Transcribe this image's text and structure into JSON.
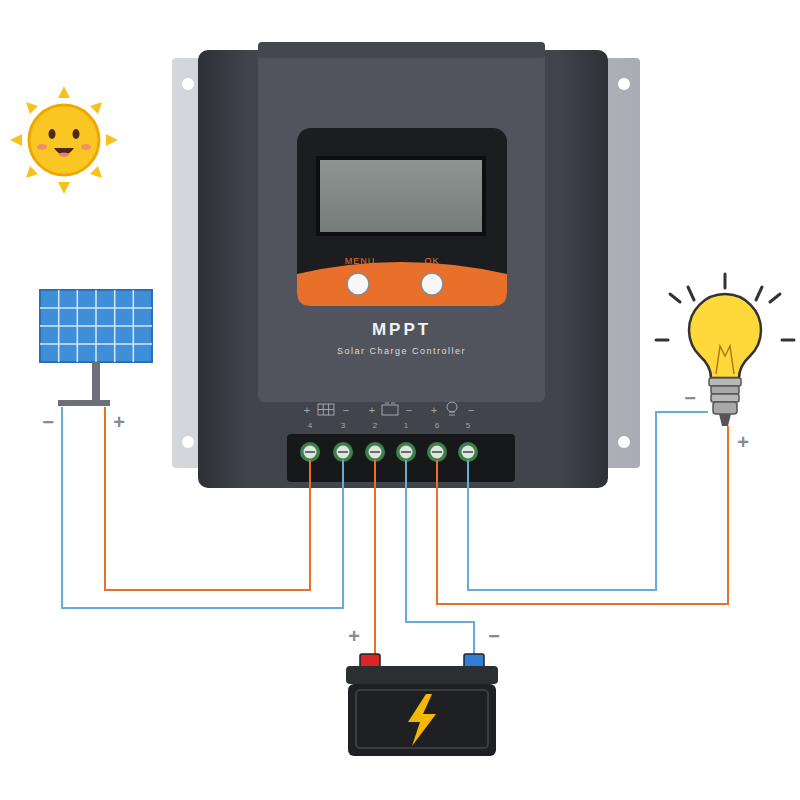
{
  "diagram": {
    "nodes": [
      {
        "text": [
          "MPPT",
          "Solar Charge Controller"
        ]
      }
    ],
    "labels": [
      "MENU",
      "OK",
      "+",
      "−",
      "4",
      "3",
      "+",
      "−",
      "2",
      "1",
      "+",
      "−",
      "6",
      "5",
      "−",
      "+",
      "−",
      "+",
      "+",
      "−"
    ]
  }
}
